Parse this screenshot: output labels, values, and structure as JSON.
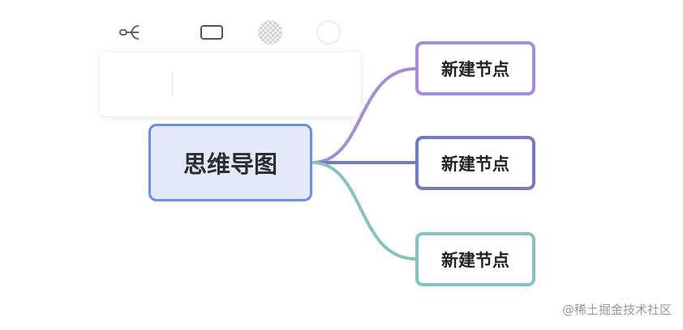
{
  "root": {
    "label": "思维导图"
  },
  "children": [
    {
      "label": "新建节点",
      "color": "#a58fd4"
    },
    {
      "label": "新建节点",
      "color": "#7479c0"
    },
    {
      "label": "新建节点",
      "color": "#86c3bf"
    }
  ],
  "toolbar": {
    "tools": [
      {
        "icon": "layout-structure-icon"
      },
      {
        "icon": "node-shape-icon"
      },
      {
        "icon": "fill-transparent-icon"
      },
      {
        "icon": "border-color-icon"
      }
    ]
  },
  "watermark": {
    "text": "@稀土掘金技术社区"
  },
  "colors": {
    "root_border": "#6c8edb",
    "root_fill": "#e3e9f8"
  }
}
